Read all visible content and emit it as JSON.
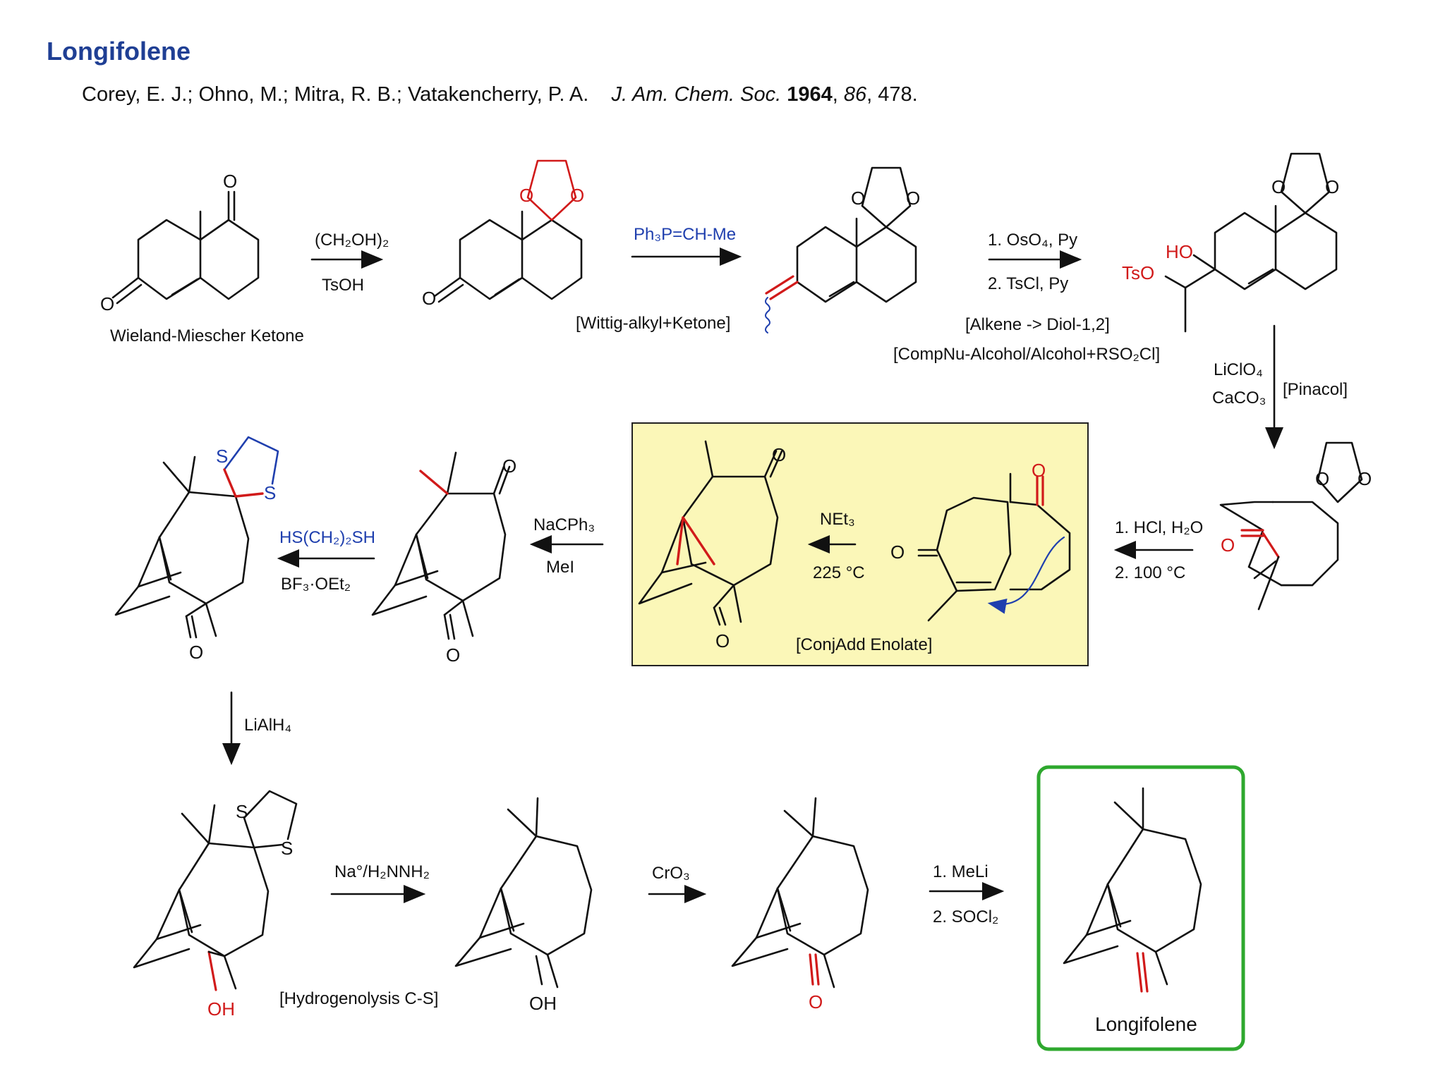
{
  "title": "Longifolene",
  "citation": {
    "authors": "Corey, E. J.;  Ohno, M.; Mitra, R. B.; Vatakencherry, P. A.",
    "journal": "J. Am. Chem. Soc.",
    "year": "1964",
    "volume": "86",
    "pages": "478."
  },
  "colors": {
    "title": "#1f3f94",
    "highlight_red": "#d11a1a",
    "blue": "#1f3fae",
    "box_fill": "#fbf7b8",
    "box_border": "#222222",
    "final_box": "#2ea82e"
  },
  "labels": {
    "wieland": "Wieland-Miescher Ketone",
    "longifolene": "Longifolene",
    "ho": "HO",
    "tso": "TsO",
    "oh": "OH",
    "o": "O",
    "s": "S"
  },
  "steps": {
    "s1_top": "(CH₂OH)₂",
    "s1_bottom": "TsOH",
    "s2_top": "Ph₃P=CH-Me",
    "s2_tag": "[Wittig-alkyl+Ketone]",
    "s3_top": "1. OsO₄, Py",
    "s3_bottom": "2. TsCl, Py",
    "s3_tag1": "[Alkene -> Diol-1,2]",
    "s3_tag2": "[CompNu-Alcohol/Alcohol+RSO₂Cl]",
    "s4_r1": "LiClO₄",
    "s4_r2": "CaCO₃",
    "s4_tag": "[Pinacol]",
    "s5_top": "1. HCl, H₂O",
    "s5_bottom": "2. 100 °C",
    "s6_top": "NEt₃",
    "s6_bottom": "225 °C",
    "s6_tag": "[ConjAdd Enolate]",
    "s7_top": "NaCPh₃",
    "s7_bottom": "MeI",
    "s8_top": "HS(CH₂)₂SH",
    "s8_bottom": "BF₃·OEt₂",
    "s9": "LiAlH₄",
    "s10_top": "Na°/H₂NNH₂",
    "s10_tag": "[Hydrogenolysis C-S]",
    "s11_top": "CrO₃",
    "s12_top": "1. MeLi",
    "s12_bottom": "2. SOCl₂"
  }
}
